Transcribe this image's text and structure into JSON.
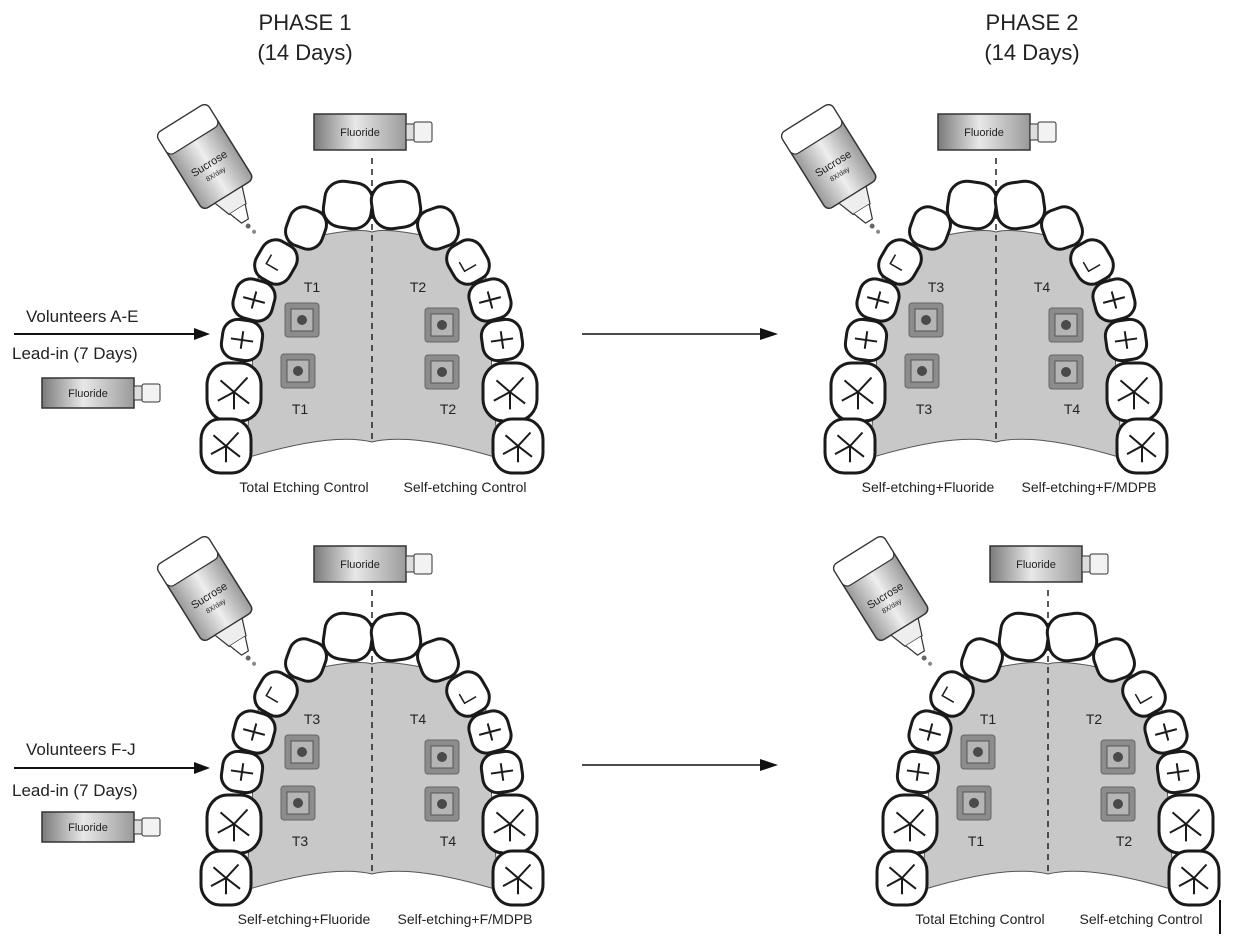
{
  "phases": [
    {
      "title": "PHASE 1",
      "duration": "(14 Days)"
    },
    {
      "title": "PHASE 2",
      "duration": "(14 Days)"
    }
  ],
  "rows": [
    {
      "volunteers": "Volunteers A-E",
      "lead_in": "Lead-in (7 Days)",
      "lead_in_tube": "Fluoride",
      "arches": [
        {
          "tube": "Fluoride",
          "sucrose": "Sucrose",
          "sucrose_freq": "8X/day",
          "top_left": "T1",
          "top_right": "T2",
          "bottom_left": "T1",
          "bottom_right": "T2",
          "caption_left": "Total Etching Control",
          "caption_right": "Self-etching Control"
        },
        {
          "tube": "Fluoride",
          "sucrose": "Sucrose",
          "sucrose_freq": "8X/day",
          "top_left": "T3",
          "top_right": "T4",
          "bottom_left": "T3",
          "bottom_right": "T4",
          "caption_left": "Self-etching+Fluoride",
          "caption_right": "Self-etching+F/MDPB"
        }
      ]
    },
    {
      "volunteers": "Volunteers F-J",
      "lead_in": "Lead-in (7 Days)",
      "lead_in_tube": "Fluoride",
      "arches": [
        {
          "tube": "Fluoride",
          "sucrose": "Sucrose",
          "sucrose_freq": "8X/day",
          "top_left": "T3",
          "top_right": "T4",
          "bottom_left": "T3",
          "bottom_right": "T4",
          "caption_left": "Self-etching+Fluoride",
          "caption_right": "Self-etching+F/MDPB"
        },
        {
          "tube": "Fluoride",
          "sucrose": "Sucrose",
          "sucrose_freq": "8X/day",
          "top_left": "T1",
          "top_right": "T2",
          "bottom_left": "T1",
          "bottom_right": "T2",
          "caption_left": "Total Etching Control",
          "caption_right": "Self-etching Control"
        }
      ]
    }
  ],
  "colors": {
    "palate": "#c8c8c8",
    "specimen": "#8c8c8c",
    "specimen_dot": "#4a4a4a",
    "ink": "#1a1a1a"
  }
}
